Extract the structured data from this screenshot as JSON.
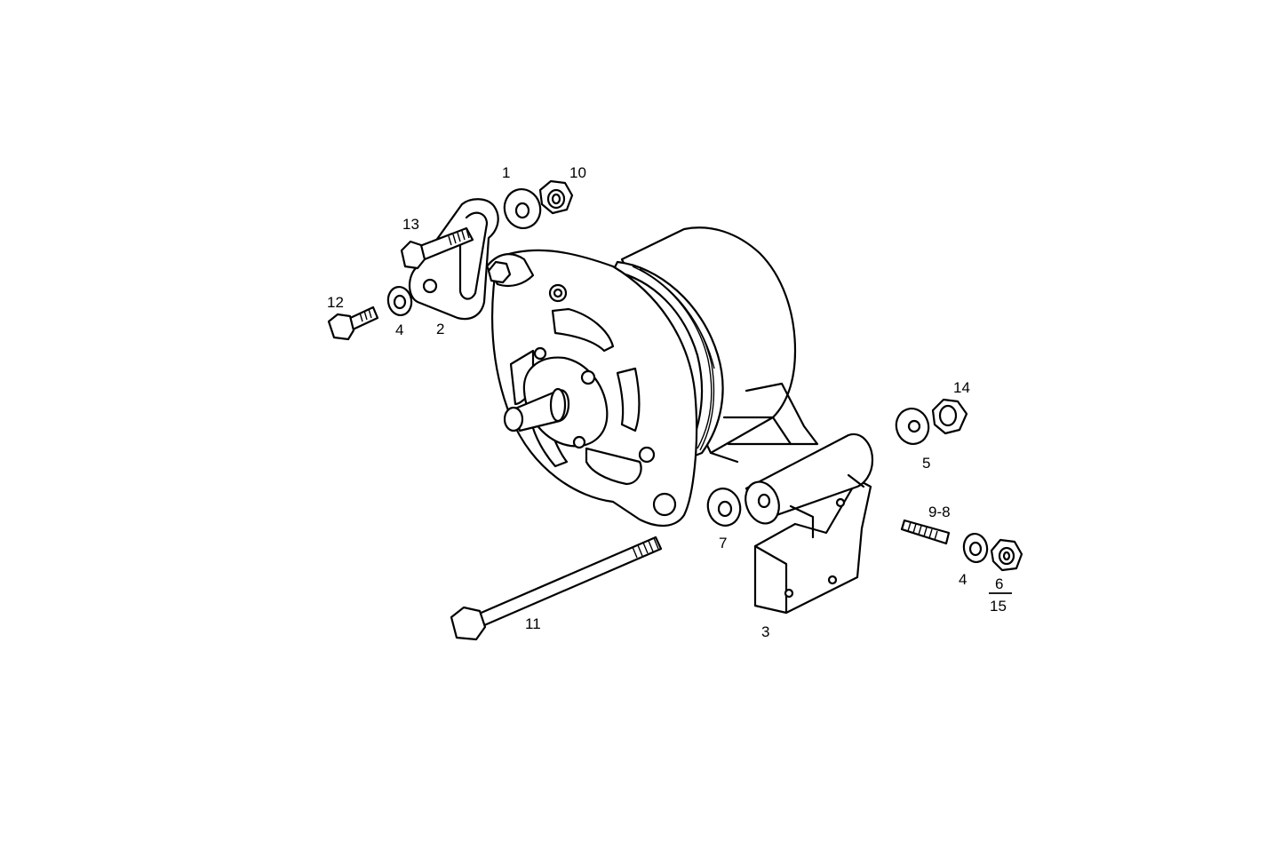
{
  "diagram": {
    "type": "exploded-parts-view",
    "subject_icon": "alternator-icon",
    "callouts": {
      "c1": "1",
      "c2": "2",
      "c3": "3",
      "c4a": "4",
      "c4b": "4",
      "c5": "5",
      "c6": "6",
      "c7": "7",
      "c98": "9-8",
      "c10": "10",
      "c11": "11",
      "c12": "12",
      "c13": "13",
      "c14": "14",
      "c15": "15"
    }
  }
}
